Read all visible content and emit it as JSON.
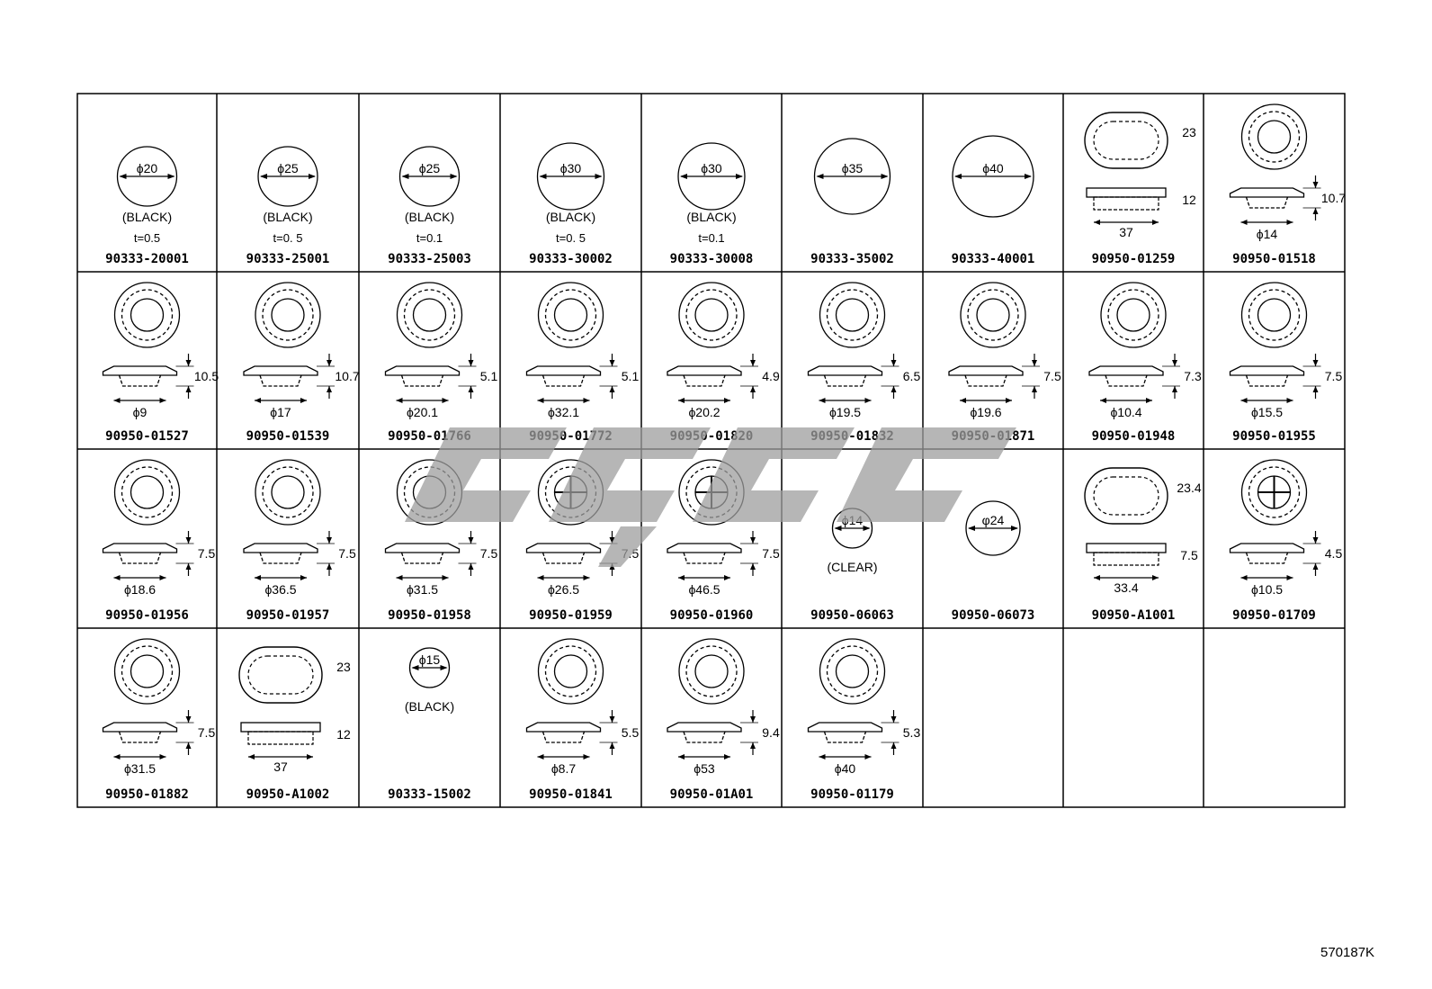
{
  "document_number": "570187K",
  "parts": [
    {
      "part_no": "90333-20001",
      "labels": [
        "ϕ20",
        "(BLACK)",
        "t=0.5"
      ]
    },
    {
      "part_no": "90333-25001",
      "labels": [
        "ϕ25",
        "(BLACK)",
        "t=0. 5"
      ]
    },
    {
      "part_no": "90333-25003",
      "labels": [
        "ϕ25",
        "(BLACK)",
        "t=0.1"
      ]
    },
    {
      "part_no": "90333-30002",
      "labels": [
        "ϕ30",
        "(BLACK)",
        "t=0. 5"
      ]
    },
    {
      "part_no": "90333-30008",
      "labels": [
        "ϕ30",
        "(BLACK)",
        "t=0.1"
      ]
    },
    {
      "part_no": "90333-35002",
      "labels": [
        "ϕ35"
      ]
    },
    {
      "part_no": "90333-40001",
      "labels": [
        "ϕ40"
      ]
    },
    {
      "part_no": "90950-01259",
      "labels": [
        "23",
        "12",
        "37"
      ]
    },
    {
      "part_no": "90950-01518",
      "labels": [
        "10.7",
        "ϕ14"
      ]
    },
    {
      "part_no": "90950-01527",
      "labels": [
        "10.5",
        "ϕ9"
      ]
    },
    {
      "part_no": "90950-01539",
      "labels": [
        "10.7",
        "ϕ17"
      ]
    },
    {
      "part_no": "90950-01766",
      "labels": [
        "5.1",
        "ϕ20.1"
      ]
    },
    {
      "part_no": "90950-01772",
      "labels": [
        "5.1",
        "ϕ32.1"
      ]
    },
    {
      "part_no": "90950-01820",
      "labels": [
        "4.9",
        "ϕ20.2"
      ]
    },
    {
      "part_no": "90950-01832",
      "labels": [
        "6.5",
        "ϕ19.5"
      ]
    },
    {
      "part_no": "90950-01871",
      "labels": [
        "7.5",
        "ϕ19.6"
      ]
    },
    {
      "part_no": "90950-01948",
      "labels": [
        "7.3",
        "ϕ10.4"
      ]
    },
    {
      "part_no": "90950-01955",
      "labels": [
        "7.5",
        "ϕ15.5"
      ]
    },
    {
      "part_no": "90950-01956",
      "labels": [
        "7.5",
        "ϕ18.6"
      ]
    },
    {
      "part_no": "90950-01957",
      "labels": [
        "7.5",
        "ϕ36.5"
      ]
    },
    {
      "part_no": "90950-01958",
      "labels": [
        "7.5",
        "ϕ31.5"
      ]
    },
    {
      "part_no": "90950-01959",
      "labels": [
        "7.5",
        "ϕ26.5"
      ]
    },
    {
      "part_no": "90950-01960",
      "labels": [
        "7.5",
        "ϕ46.5"
      ]
    },
    {
      "part_no": "90950-06063",
      "labels": [
        "ϕ14",
        "(CLEAR)"
      ]
    },
    {
      "part_no": "90950-06073",
      "labels": [
        "φ24"
      ]
    },
    {
      "part_no": "90950-A1001",
      "labels": [
        "23.4",
        "7.5",
        "33.4"
      ]
    },
    {
      "part_no": "90950-01709",
      "labels": [
        "4.5",
        "ϕ10.5"
      ]
    },
    {
      "part_no": "90950-01882",
      "labels": [
        "7.5",
        "ϕ31.5"
      ]
    },
    {
      "part_no": "90950-A1002",
      "labels": [
        "23",
        "12",
        "37"
      ]
    },
    {
      "part_no": "90333-15002",
      "labels": [
        "ϕ15",
        "(BLACK)"
      ]
    },
    {
      "part_no": "90950-01841",
      "labels": [
        "5.5",
        "ϕ8.7"
      ]
    },
    {
      "part_no": "90950-01A01",
      "labels": [
        "9.4",
        "ϕ53"
      ]
    },
    {
      "part_no": "90950-01179",
      "labels": [
        "5.3",
        "ϕ40"
      ]
    }
  ]
}
